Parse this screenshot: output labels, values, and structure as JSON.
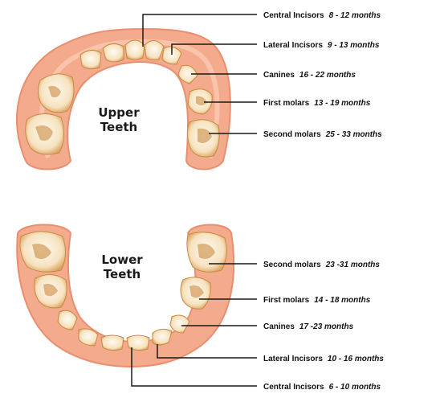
{
  "upper": {
    "title_line1": "Upper",
    "title_line2": "Teeth",
    "labels": [
      {
        "name": "Central Incisors",
        "range": "8 - 12 months"
      },
      {
        "name": "Lateral Incisors",
        "range": "9 - 13 months"
      },
      {
        "name": "Canines",
        "range": "16 - 22 months"
      },
      {
        "name": "First molars",
        "range": "13 - 19 months"
      },
      {
        "name": "Second molars",
        "range": "25 - 33 months"
      }
    ]
  },
  "lower": {
    "title_line1": "Lower",
    "title_line2": "Teeth",
    "labels": [
      {
        "name": "Second molars",
        "range": "23 -31 months"
      },
      {
        "name": "First molars",
        "range": "14 - 18 months"
      },
      {
        "name": "Canines",
        "range": "17 -23 months"
      },
      {
        "name": "Lateral Incisors",
        "range": "10 - 16 months"
      },
      {
        "name": "Central Incisors",
        "range": "6 - 10 months"
      }
    ]
  },
  "colors": {
    "gum": "#f2a58a",
    "gum_light": "#f9c9b4",
    "tooth": "#fbf1dc",
    "tooth_shade": "#c98a3f",
    "line": "#1a1a1a"
  }
}
